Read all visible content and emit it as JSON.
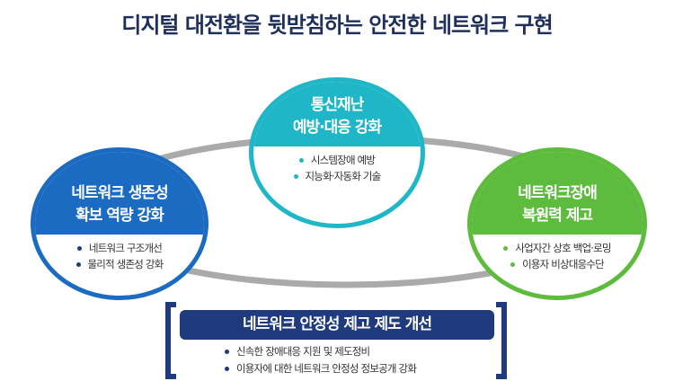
{
  "title": "디지털 대전환을 뒷받침하는 안전한 네트워크 구현",
  "colors": {
    "teal": "#1fb6c8",
    "blue": "#1b6bc3",
    "green": "#5dbb3d",
    "navy": "#1f3a7d",
    "ring": "#aaaaaa"
  },
  "top": {
    "heading": [
      "통신재난",
      "예방·대응 강화"
    ],
    "items": [
      "시스템장애 예방",
      "지능화·자동화 기술"
    ]
  },
  "left": {
    "heading": [
      "네트워크 생존성",
      "확보 역량 강화"
    ],
    "items": [
      "네트워크 구조개선",
      "물리적 생존성 강화"
    ]
  },
  "right": {
    "heading": [
      "네트워크장애",
      "복원력 제고"
    ],
    "items": [
      "사업자간 상호 백업·로밍",
      "이용자 비상대응수단"
    ]
  },
  "bottom": {
    "heading": "네트워크 안정성 제고 제도 개선",
    "items": [
      "신속한 장애대응 지원 및 제도정비",
      "이용자에 대한 네트워크 안정성 정보공개 강화"
    ]
  }
}
